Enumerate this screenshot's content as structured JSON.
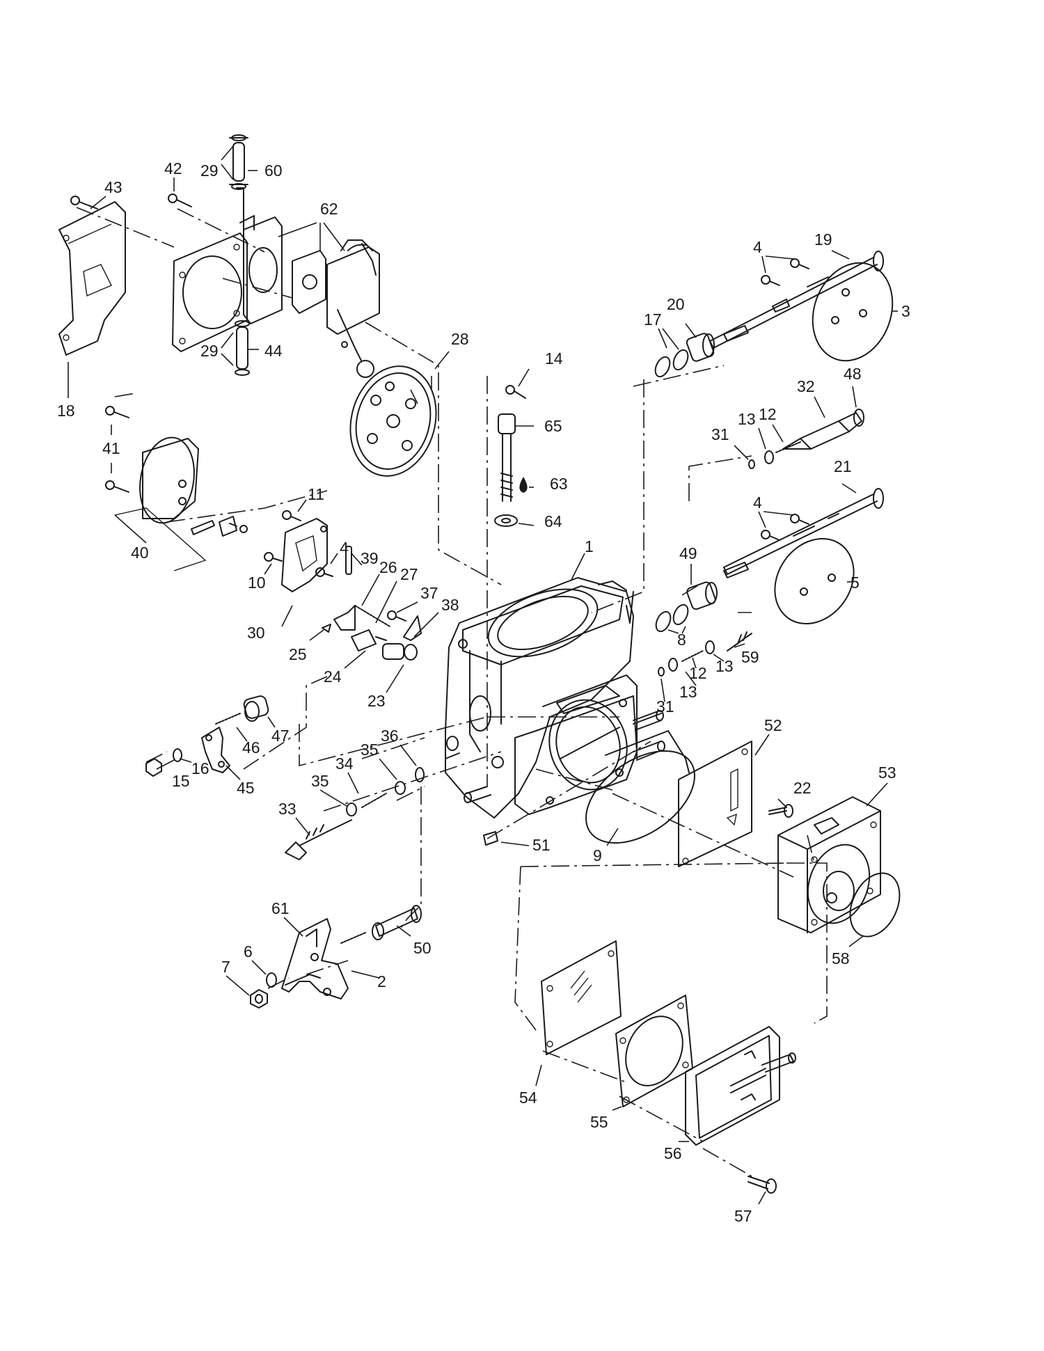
{
  "diagram": {
    "labels": [
      {
        "id": "l43",
        "text": "43"
      },
      {
        "id": "l42",
        "text": "42"
      },
      {
        "id": "l29a",
        "text": "29"
      },
      {
        "id": "l60",
        "text": "60"
      },
      {
        "id": "l62",
        "text": "62"
      },
      {
        "id": "l29b",
        "text": "29"
      },
      {
        "id": "l44",
        "text": "44"
      },
      {
        "id": "l18",
        "text": "18"
      },
      {
        "id": "l41",
        "text": "41"
      },
      {
        "id": "l40",
        "text": "40"
      },
      {
        "id": "l28",
        "text": "28"
      },
      {
        "id": "l14",
        "text": "14"
      },
      {
        "id": "l65",
        "text": "65"
      },
      {
        "id": "l63",
        "text": "63"
      },
      {
        "id": "l64",
        "text": "64"
      },
      {
        "id": "l11",
        "text": "11"
      },
      {
        "id": "l10",
        "text": "10"
      },
      {
        "id": "l4a",
        "text": "4"
      },
      {
        "id": "l30",
        "text": "30"
      },
      {
        "id": "l39",
        "text": "39"
      },
      {
        "id": "l26",
        "text": "26"
      },
      {
        "id": "l27",
        "text": "27"
      },
      {
        "id": "l37",
        "text": "37"
      },
      {
        "id": "l38",
        "text": "38"
      },
      {
        "id": "l25",
        "text": "25"
      },
      {
        "id": "l24",
        "text": "24"
      },
      {
        "id": "l23",
        "text": "23"
      },
      {
        "id": "l1",
        "text": "1"
      },
      {
        "id": "l4b",
        "text": "4"
      },
      {
        "id": "l19",
        "text": "19"
      },
      {
        "id": "l3",
        "text": "3"
      },
      {
        "id": "l20",
        "text": "20"
      },
      {
        "id": "l17",
        "text": "17"
      },
      {
        "id": "l48",
        "text": "48"
      },
      {
        "id": "l32",
        "text": "32"
      },
      {
        "id": "l13a",
        "text": "13"
      },
      {
        "id": "l12a",
        "text": "12"
      },
      {
        "id": "l31a",
        "text": "31"
      },
      {
        "id": "l21",
        "text": "21"
      },
      {
        "id": "l4c",
        "text": "4"
      },
      {
        "id": "l49",
        "text": "49"
      },
      {
        "id": "l5",
        "text": "5"
      },
      {
        "id": "l8",
        "text": "8"
      },
      {
        "id": "l59",
        "text": "59"
      },
      {
        "id": "l12b",
        "text": "12"
      },
      {
        "id": "l13b",
        "text": "13"
      },
      {
        "id": "l13c",
        "text": "13"
      },
      {
        "id": "l31b",
        "text": "31"
      },
      {
        "id": "l47",
        "text": "47"
      },
      {
        "id": "l46",
        "text": "46"
      },
      {
        "id": "l15",
        "text": "15"
      },
      {
        "id": "l16",
        "text": "16"
      },
      {
        "id": "l45",
        "text": "45"
      },
      {
        "id": "l36",
        "text": "36"
      },
      {
        "id": "l35a",
        "text": "35"
      },
      {
        "id": "l34",
        "text": "34"
      },
      {
        "id": "l35b",
        "text": "35"
      },
      {
        "id": "l33",
        "text": "33"
      },
      {
        "id": "l52",
        "text": "52"
      },
      {
        "id": "l22",
        "text": "22"
      },
      {
        "id": "l53",
        "text": "53"
      },
      {
        "id": "l51",
        "text": "51"
      },
      {
        "id": "l9",
        "text": "9"
      },
      {
        "id": "l58",
        "text": "58"
      },
      {
        "id": "l61",
        "text": "61"
      },
      {
        "id": "l50",
        "text": "50"
      },
      {
        "id": "l6",
        "text": "6"
      },
      {
        "id": "l7",
        "text": "7"
      },
      {
        "id": "l2",
        "text": "2"
      },
      {
        "id": "l54",
        "text": "54"
      },
      {
        "id": "l55",
        "text": "55"
      },
      {
        "id": "l56",
        "text": "56"
      },
      {
        "id": "l57",
        "text": "57"
      }
    ]
  }
}
